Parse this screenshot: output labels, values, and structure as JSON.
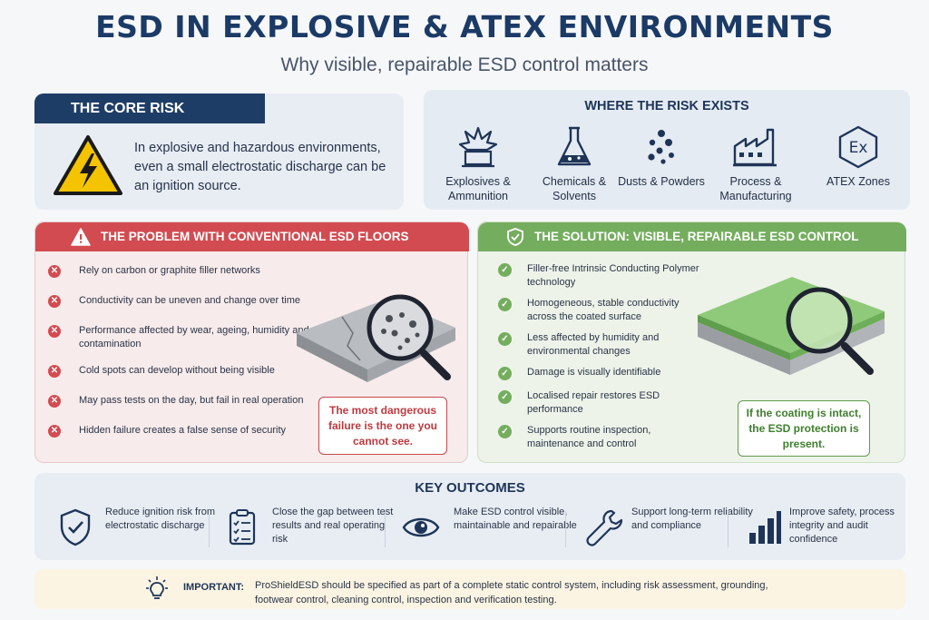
{
  "header": {
    "title": "ESD IN EXPLOSIVE & ATEX ENVIRONMENTS",
    "subtitle": "Why visible, repairable ESD control matters"
  },
  "core_risk": {
    "heading": "THE CORE RISK",
    "text": "In explosive and hazardous environments, even a small electrostatic discharge can be an ignition source.",
    "icon": "high-voltage-warning-icon"
  },
  "where_risk": {
    "heading": "WHERE THE RISK EXISTS",
    "items": [
      {
        "label": "Explosives & Ammunition",
        "icon": "explosion-icon"
      },
      {
        "label": "Chemicals & Solvents",
        "icon": "flask-icon"
      },
      {
        "label": "Dusts & Powders",
        "icon": "dust-particles-icon"
      },
      {
        "label": "Process & Manufacturing",
        "icon": "factory-icon"
      },
      {
        "label": "ATEX Zones",
        "icon": "atex-ex-icon"
      }
    ]
  },
  "problem": {
    "heading": "THE PROBLEM WITH CONVENTIONAL ESD FLOORS",
    "items": [
      "Rely on carbon or graphite filler networks",
      "Conductivity can be uneven and change over time",
      "Performance affected by wear, ageing, humidity and contamination",
      "Cold spots can develop without being visible",
      "May pass tests on the day, but fail in real operation",
      "Hidden failure creates a false sense of security"
    ],
    "callout": "The most dangerous failure is the one you cannot see."
  },
  "solution": {
    "heading": "THE SOLUTION: VISIBLE, REPAIRABLE ESD CONTROL",
    "items": [
      "Filler-free Intrinsic Conducting Polymer technology",
      "Homogeneous, stable conductivity across the coated surface",
      "Less affected by humidity and environmental changes",
      "Damage is visually identifiable",
      "Localised repair restores ESD performance",
      "Supports routine inspection, maintenance and control"
    ],
    "callout": "If the coating is intact, the ESD protection is present."
  },
  "outcomes": {
    "heading": "KEY OUTCOMES",
    "items": [
      {
        "text": "Reduce ignition risk from electrostatic discharge",
        "icon": "shield-check-icon"
      },
      {
        "text": "Close the gap between test results and real operating risk",
        "icon": "checklist-icon"
      },
      {
        "text": "Make ESD control visible, maintainable and repairable",
        "icon": "eye-icon"
      },
      {
        "text": "Support long-term reliability and compliance",
        "icon": "wrench-icon"
      },
      {
        "text": "Improve safety, process integrity and audit confidence",
        "icon": "bar-chart-icon"
      }
    ]
  },
  "important": {
    "label": "IMPORTANT:",
    "text": "ProShieldESD should be specified as part of a complete static control system, including risk assessment, grounding, footwear control, cleaning control, inspection and verification testing."
  },
  "colors": {
    "navy": "#1e3d66",
    "problem_red": "#d24b51",
    "solution_green": "#74ad5e",
    "warning_yellow": "#f5c400"
  }
}
